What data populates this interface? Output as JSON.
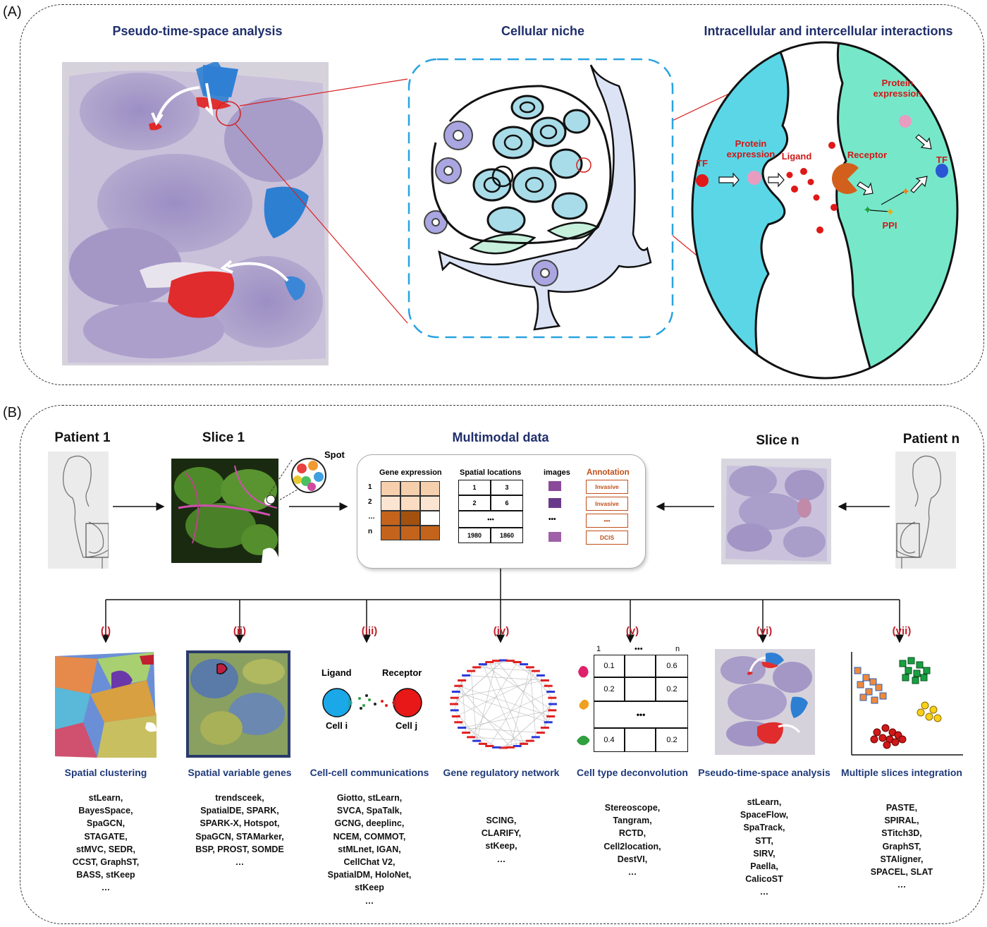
{
  "panel_a": {
    "letter": "(A)",
    "titles": {
      "pseudo": "Pseudo-time-space analysis",
      "niche": "Cellular niche",
      "interactions": "Intracellular and intercellular interactions"
    },
    "labels": {
      "tf_left": "TF",
      "protein_expr_left": "Protein expression",
      "ligand": "Ligand",
      "receptor": "Receptor",
      "protein_expr_right": "Protein expression",
      "tf_right": "TF",
      "ppi": "PPI"
    }
  },
  "panel_b": {
    "letter": "(B)",
    "patient1": "Patient 1",
    "slice1": "Slice 1",
    "spot": "Spot",
    "multimodal": "Multimodal data",
    "slicen": "Slice n",
    "patientn": "Patient n",
    "mm": {
      "gene_expression": "Gene expression",
      "spatial_locations": "Spatial locations",
      "images": "images",
      "annotation": "Annotation",
      "row_labels": [
        "1",
        "2",
        "…",
        "n"
      ],
      "loc_cells": [
        "1",
        "3",
        "2",
        "6",
        "•••",
        "1980",
        "1860"
      ],
      "img_dots": "•••",
      "annotations": [
        "Invasive",
        "Invasive",
        "•••",
        "DCIS"
      ],
      "colors": {
        "gene": [
          "#f6cfac",
          "#f6cfac",
          "#f6cfac",
          "#fbe5d2",
          "#f9dcc2",
          "#fbe5d2",
          "#c4641c",
          "#a2520e",
          "#ffffff",
          "#c4641c",
          "#c4641c",
          "#c4641c"
        ],
        "annotation": "#c0501a"
      }
    },
    "methods": [
      {
        "roman": "(i)",
        "title": "Spatial clustering",
        "tools": "stLearn,\nBayesSpace,\nSpaGCN,\nSTAGATE,\nstMVC, SEDR,\nCCST, GraphST,\nBASS, stKeep\n…"
      },
      {
        "roman": "(ii)",
        "title": "Spatial variable genes",
        "tools": "trendsceek,\nSpatialDE, SPARK,\nSPARK-X, Hotspot,\nSpaGCN, STAMarker,\nBSP, PROST, SOMDE\n…"
      },
      {
        "roman": "(iii)",
        "title": "Cell-cell communications",
        "tools": "Giotto, stLearn,\nSVCA, SpaTalk,\nGCNG, deeplinc,\nNCEM, COMMOT,\nstMLnet, IGAN,\nCellChat V2,\nSpatialDM, HoloNet,\nstKeep\n…"
      },
      {
        "roman": "(iv)",
        "title": "Gene regulatory network",
        "tools": "SCING,\nCLARIFY,\nstKeep,\n…"
      },
      {
        "roman": "(v)",
        "title": "Cell type deconvolution",
        "tools": "Stereoscope,\nTangram,\nRCTD,\nCell2location,\nDestVI,\n…"
      },
      {
        "roman": "(vi)",
        "title": "Pseudo-time-space analysis",
        "tools": "stLearn,\nSpaceFlow,\nSpaTrack,\nSTT,\nSIRV,\nPaella,\nCalicoST\n…"
      },
      {
        "roman": "(vii)",
        "title": "Multiple slices integration",
        "tools": "PASTE,\nSPIRAL,\nSTitch3D,\nGraphST,\nSTAligner,\nSPACEL, SLAT\n…"
      }
    ],
    "cci": {
      "ligand": "Ligand",
      "receptor": "Receptor",
      "cell_i": "Cell i",
      "cell_j": "Cell j"
    },
    "deconv": {
      "header": [
        "1",
        "•••",
        "n"
      ],
      "rows": [
        [
          "0.1",
          "",
          "0.6"
        ],
        [
          "0.2",
          "",
          "0.2"
        ],
        [
          "•••"
        ],
        [
          "0.4",
          "",
          "0.2"
        ]
      ]
    }
  }
}
